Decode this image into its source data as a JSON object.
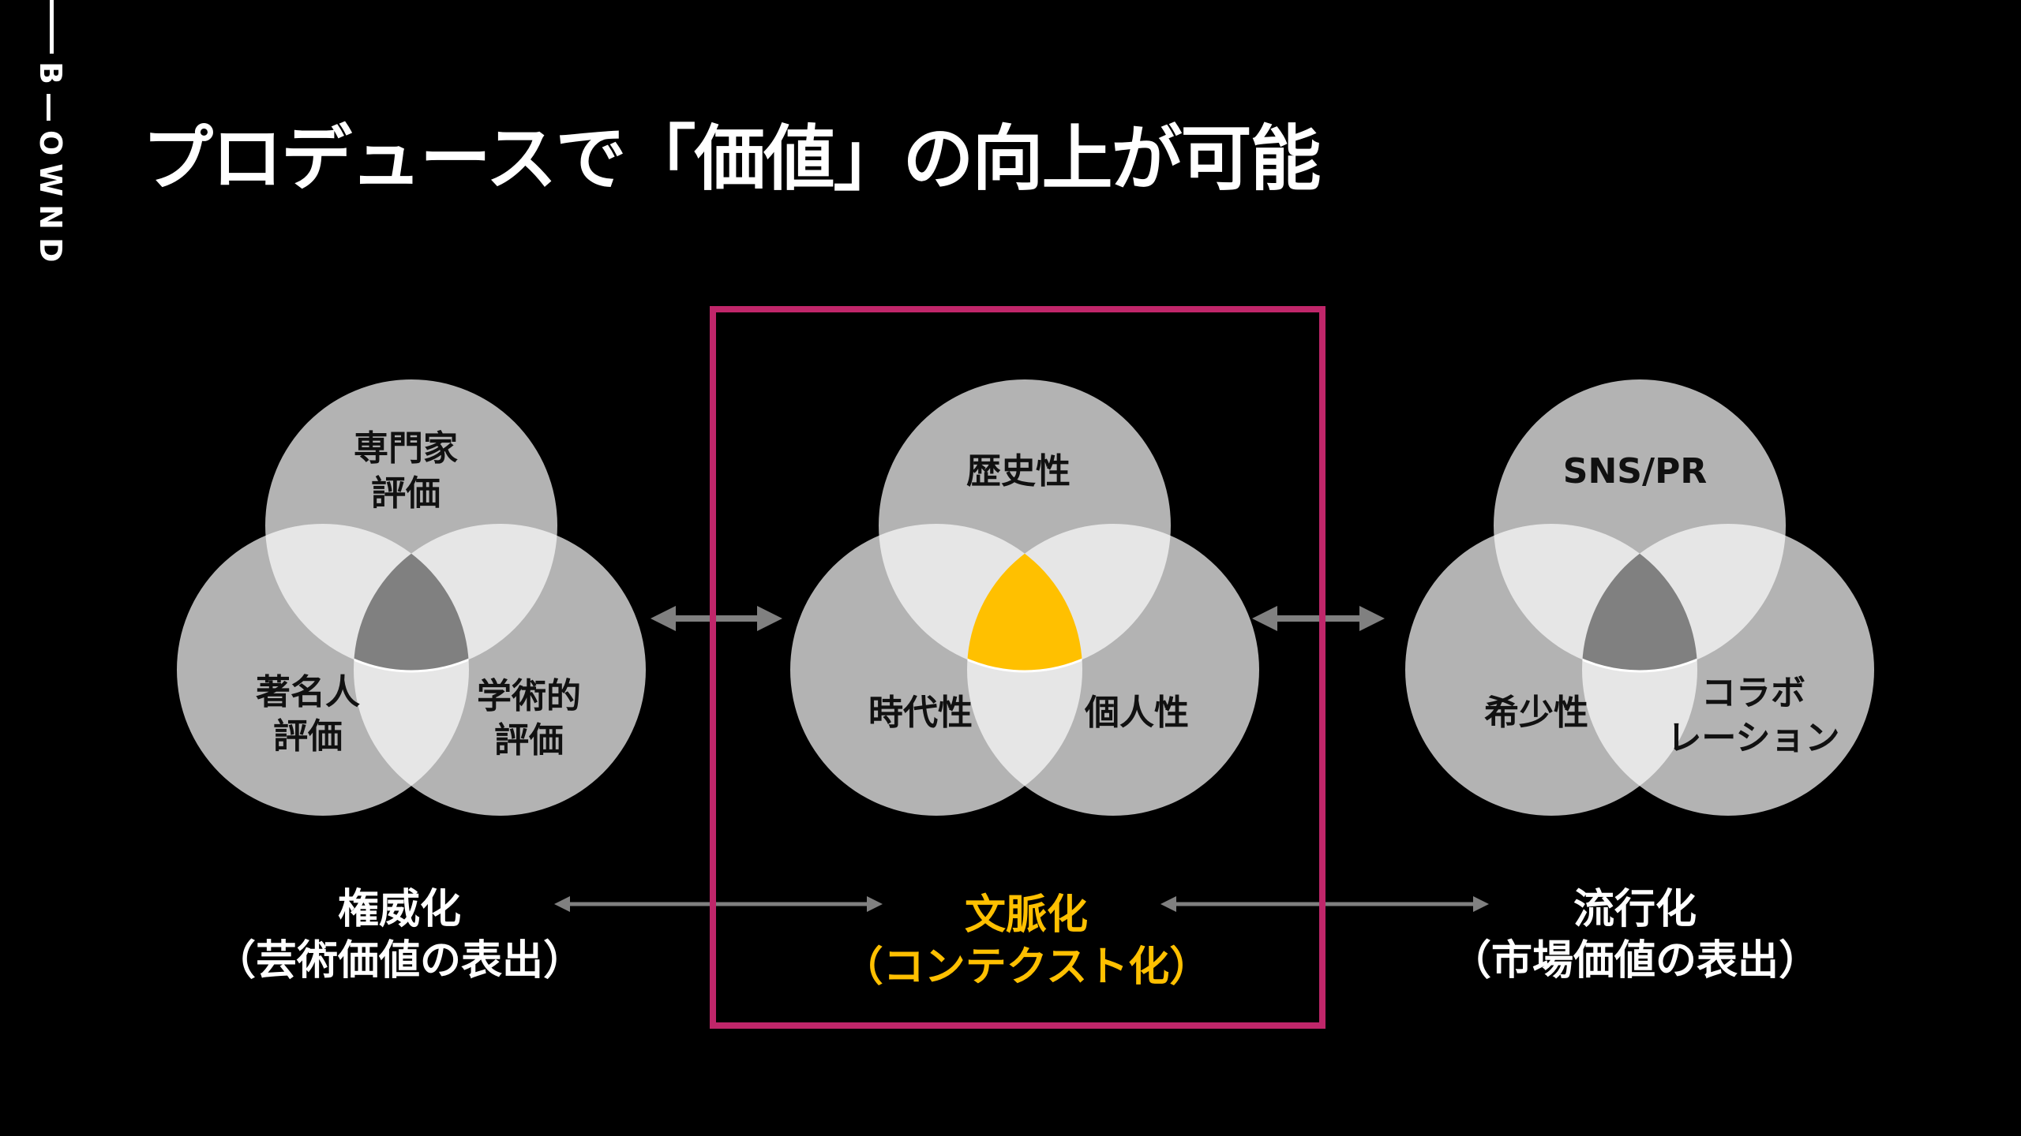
{
  "brand": "B—OWND",
  "title": "プロデュースで「価値」の向上が可能",
  "colors": {
    "circle": "#b3b3b3",
    "overlap": "#e6e6e6",
    "center": "#808080",
    "highlight": "#ffc000",
    "frame": "#c0266a",
    "arrow": "#808080"
  },
  "venns": [
    {
      "labels": {
        "top": [
          "専門家",
          "評価"
        ],
        "left": [
          "著名人",
          "評価"
        ],
        "right": [
          "学術的",
          "評価"
        ]
      },
      "caption": [
        "権威化",
        "（芸術価値の表出）"
      ],
      "highlight": false
    },
    {
      "labels": {
        "top": [
          "歴史性"
        ],
        "left": [
          "時代性"
        ],
        "right": [
          "個人性"
        ]
      },
      "caption": [
        "文脈化",
        "（コンテクスト化）"
      ],
      "highlight": true
    },
    {
      "labels": {
        "top": [
          "SNS/PR"
        ],
        "left": [
          "希少性"
        ],
        "right": [
          "コラボ",
          "レーション"
        ]
      },
      "caption": [
        "流行化",
        "（市場価値の表出）"
      ],
      "highlight": false
    }
  ]
}
